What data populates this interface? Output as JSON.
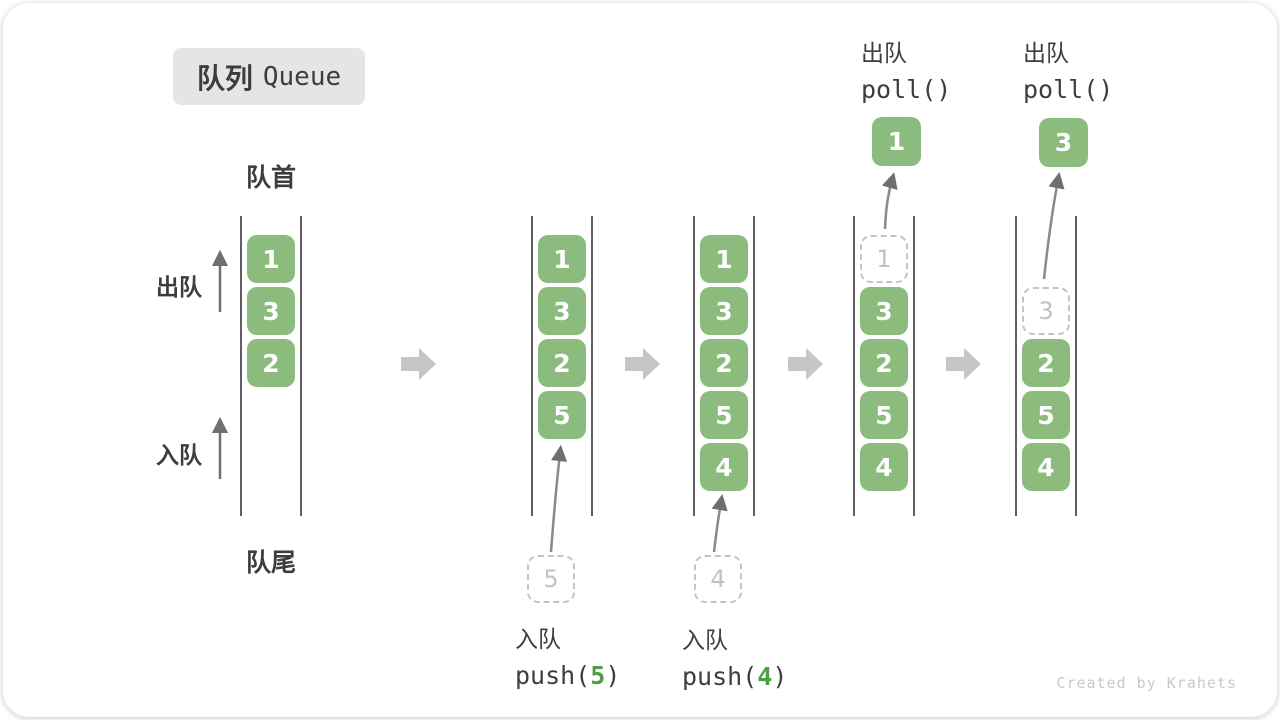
{
  "title": {
    "zh": "队列",
    "en": "Queue"
  },
  "side_labels": {
    "front": "队首",
    "rear": "队尾",
    "dequeue": "出队",
    "enqueue": "入队"
  },
  "colors": {
    "box_green": "#8cbb7e",
    "accent_green": "#4e9e44",
    "step_arrow_gray": "#c6c6c6",
    "ghost_gray": "#c4c4c4",
    "badge_bg": "#e5e5e5"
  },
  "columns": [
    {
      "cells": [
        "1",
        "3",
        "2"
      ]
    },
    {
      "cells": [
        "1",
        "3",
        "2",
        "5"
      ],
      "pending_value": "5",
      "op_label": "入队",
      "op_code_pre": "push(",
      "op_code_arg": "5",
      "op_code_post": ")"
    },
    {
      "cells": [
        "1",
        "3",
        "2",
        "5",
        "4"
      ],
      "pending_value": "4",
      "op_label": "入队",
      "op_code_pre": "push(",
      "op_code_arg": "4",
      "op_code_post": ")"
    },
    {
      "ghost": "1",
      "cells": [
        "3",
        "2",
        "5",
        "4"
      ],
      "popped": "1",
      "op_label": "出队",
      "op_code": "poll()"
    },
    {
      "ghost": "3",
      "cells": [
        "2",
        "5",
        "4"
      ],
      "popped": "3",
      "op_label": "出队",
      "op_code": "poll()"
    }
  ],
  "watermark": "Created by Krahets"
}
